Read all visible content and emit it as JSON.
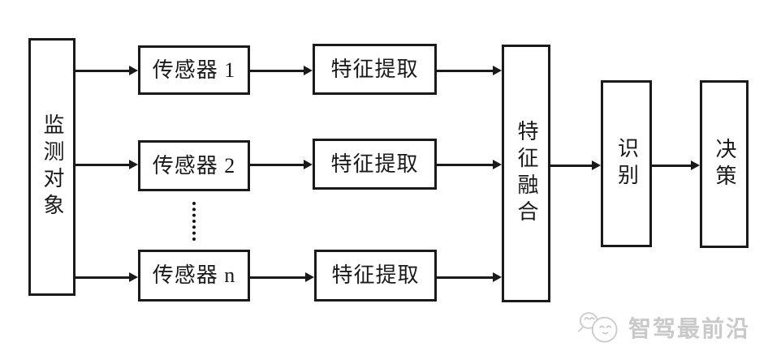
{
  "diagram": {
    "type": "block-flow-diagram",
    "colors": {
      "stroke": "#1a1a1a",
      "background": "#ffffff",
      "watermark": "#c9c9c9"
    },
    "nodes": {
      "monitor": {
        "label": "监测对象",
        "orientation": "vertical"
      },
      "sensor_1": {
        "label": "传感器 1",
        "orientation": "horizontal"
      },
      "sensor_2": {
        "label": "传感器 2",
        "orientation": "horizontal"
      },
      "sensor_n": {
        "label": "传感器 n",
        "orientation": "horizontal"
      },
      "extract_1": {
        "label": "特征提取",
        "orientation": "horizontal"
      },
      "extract_2": {
        "label": "特征提取",
        "orientation": "horizontal"
      },
      "extract_n": {
        "label": "特征提取",
        "orientation": "horizontal"
      },
      "fusion": {
        "label": "特征融合",
        "orientation": "vertical"
      },
      "recognition": {
        "label": "识别",
        "orientation": "vertical"
      },
      "decision": {
        "label": "决策",
        "orientation": "vertical"
      }
    },
    "edges": [
      {
        "from": "monitor",
        "to": "sensor_1"
      },
      {
        "from": "monitor",
        "to": "sensor_2"
      },
      {
        "from": "monitor",
        "to": "sensor_n"
      },
      {
        "from": "sensor_1",
        "to": "extract_1"
      },
      {
        "from": "sensor_2",
        "to": "extract_2"
      },
      {
        "from": "sensor_n",
        "to": "extract_n"
      },
      {
        "from": "extract_1",
        "to": "fusion"
      },
      {
        "from": "extract_2",
        "to": "fusion"
      },
      {
        "from": "extract_n",
        "to": "fusion"
      },
      {
        "from": "fusion",
        "to": "recognition"
      },
      {
        "from": "recognition",
        "to": "decision"
      }
    ],
    "ellipsis_between": [
      "sensor_2",
      "sensor_n"
    ]
  },
  "watermark": {
    "text": "智驾最前沿",
    "logo": "panda-mascot-logo"
  }
}
